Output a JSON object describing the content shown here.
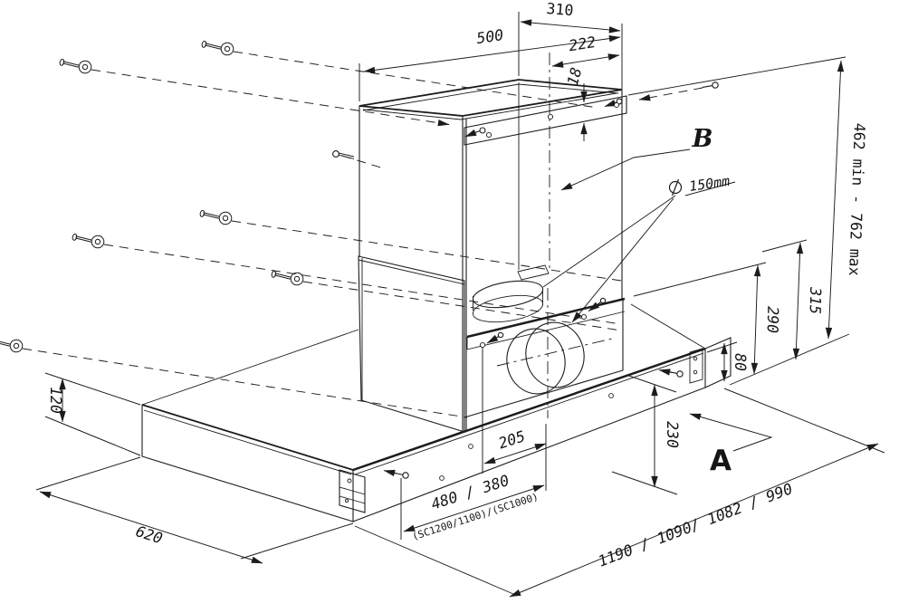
{
  "dimensions": {
    "d310": "310",
    "d500": "500",
    "d222": "222",
    "d18": "18",
    "height_range": "462 min - 762 max",
    "d315": "315",
    "d290": "290",
    "d80": "80",
    "d120": "120",
    "d620": "620",
    "d205": "205",
    "hood_widths": "480 / 380",
    "models": "(SC1200/1100)/(SC1000)",
    "d230": "230",
    "canopy_lengths": "1190 / 1090/ 1082 / 990"
  },
  "callouts": {
    "a": "A",
    "b": "B",
    "duct_diameter": "150mm"
  }
}
